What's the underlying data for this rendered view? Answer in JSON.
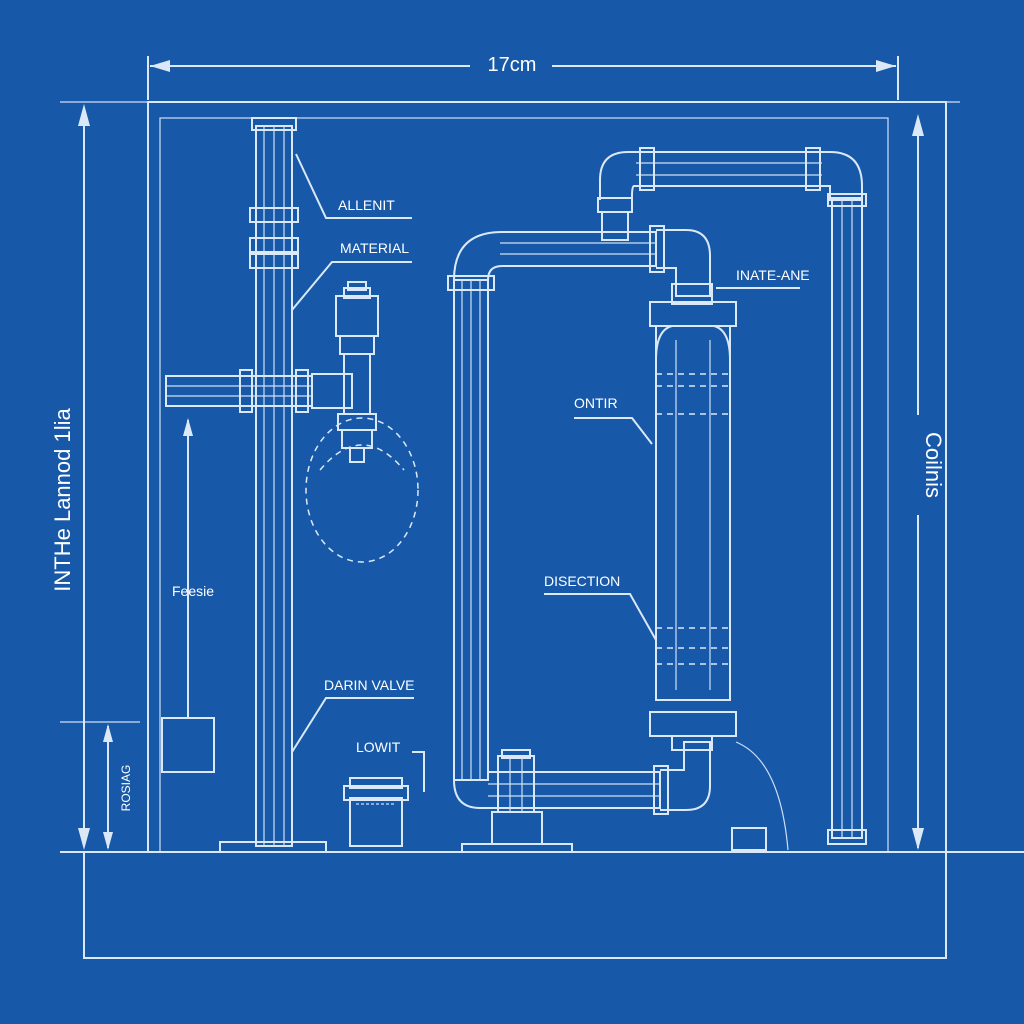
{
  "colors": {
    "background": "#1759a8",
    "line": "#dbe8f8",
    "text": "#ffffff"
  },
  "dimensions": {
    "top_width": "17cm",
    "left_height": "INTHe Lannod 1lia",
    "right_height": "Coilnis",
    "inner_left": "Feesie",
    "bottom_left_small": "ROSIAG"
  },
  "callouts": {
    "allenit": "ALLENIT",
    "material": "MATERIAL",
    "inate_ane": "INATE-ANE",
    "ontir": "ONTIR",
    "disection": "DISECTION",
    "darin_valve": "DARIN VALVE",
    "lowit": "LOWIT"
  }
}
